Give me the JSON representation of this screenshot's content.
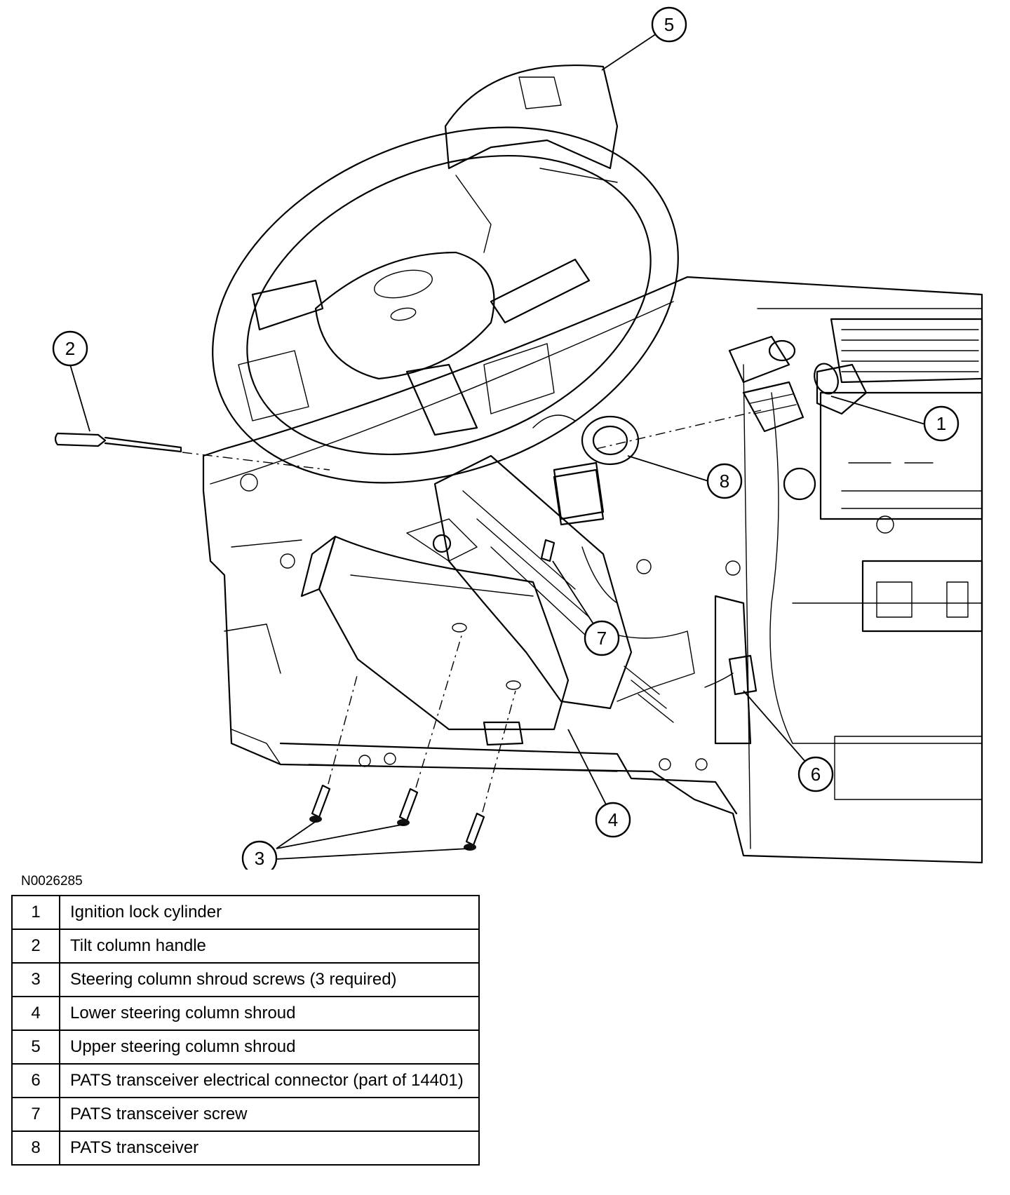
{
  "figure": {
    "id": "N0026285",
    "callouts": [
      "1",
      "2",
      "3",
      "4",
      "5",
      "6",
      "7",
      "8"
    ]
  },
  "legend": [
    {
      "num": "1",
      "desc": "Ignition lock cylinder"
    },
    {
      "num": "2",
      "desc": "Tilt column handle"
    },
    {
      "num": "3",
      "desc": "Steering column shroud screws (3 required)"
    },
    {
      "num": "4",
      "desc": "Lower steering column shroud"
    },
    {
      "num": "5",
      "desc": "Upper steering column shroud"
    },
    {
      "num": "6",
      "desc": "PATS transceiver electrical connector (part of 14401)"
    },
    {
      "num": "7",
      "desc": "PATS transceiver screw"
    },
    {
      "num": "8",
      "desc": "PATS transceiver"
    }
  ]
}
